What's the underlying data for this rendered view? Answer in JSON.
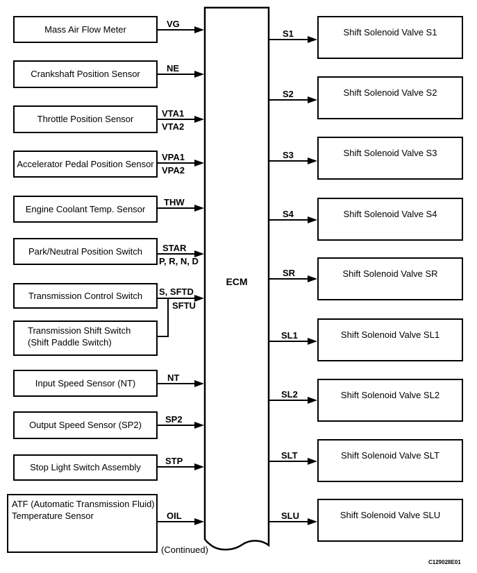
{
  "diagram": {
    "ecm": {
      "label": "ECM"
    },
    "continued_note": "(Continued)",
    "figure_code": "C129028E01",
    "colors": {
      "line": "#000000",
      "background": "#ffffff"
    },
    "left_sensors": [
      {
        "label": "Mass Air Flow Meter",
        "signal_above": "VG"
      },
      {
        "label": "Crankshaft Position Sensor",
        "signal_above": "NE"
      },
      {
        "label": "Throttle Position Sensor",
        "signal_above": "VTA1",
        "signal_below": "VTA2"
      },
      {
        "label": "Accelerator Pedal Position Sensor",
        "signal_above": "VPA1",
        "signal_below": "VPA2"
      },
      {
        "label": "Engine Coolant Temp. Sensor",
        "signal_above": "THW"
      },
      {
        "label": "Park/Neutral Position Switch",
        "signal_above": "STAR",
        "signal_below": "P, R, N, D"
      },
      {
        "label": "Transmission Control Switch",
        "signal_above": "S, SFTD",
        "signal_below": "SFTU"
      },
      {
        "label_line1": "Transmission Shift Switch",
        "label_line2": "(Shift Paddle Switch)"
      },
      {
        "label": "Input Speed Sensor (NT)",
        "signal_above": "NT"
      },
      {
        "label": "Output Speed Sensor (SP2)",
        "signal_above": "SP2"
      },
      {
        "label": "Stop Light Switch Assembly",
        "signal_above": "STP"
      },
      {
        "label_line1": "ATF (Automatic Transmission Fluid)",
        "label_line2": "Temperature Sensor",
        "signal_above": "OIL"
      }
    ],
    "right_valves": [
      {
        "signal": "S1",
        "label": "Shift Solenoid Valve S1"
      },
      {
        "signal": "S2",
        "label": "Shift Solenoid Valve S2"
      },
      {
        "signal": "S3",
        "label": "Shift Solenoid Valve S3"
      },
      {
        "signal": "S4",
        "label": "Shift Solenoid Valve S4"
      },
      {
        "signal": "SR",
        "label": "Shift Solenoid Valve SR"
      },
      {
        "signal": "SL1",
        "label": "Shift Solenoid Valve SL1"
      },
      {
        "signal": "SL2",
        "label": "Shift Solenoid Valve SL2"
      },
      {
        "signal": "SLT",
        "label": "Shift Solenoid Valve SLT"
      },
      {
        "signal": "SLU",
        "label": "Shift Solenoid Valve SLU"
      }
    ]
  }
}
